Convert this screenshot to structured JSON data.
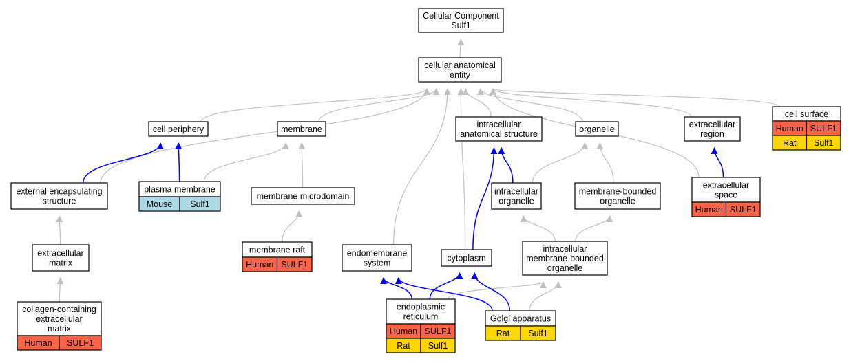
{
  "colors": {
    "gray_edge": "#c0c0c0",
    "blue_edge": "#0000ff",
    "human": "#ff6347",
    "rat": "#ffd700",
    "mouse": "#add8e6"
  },
  "nodes": {
    "root": {
      "lines": [
        "Cellular Component",
        "Sulf1"
      ]
    },
    "cae": {
      "lines": [
        "cellular anatomical",
        "entity"
      ]
    },
    "cell_periphery": {
      "lines": [
        "cell periphery"
      ]
    },
    "membrane": {
      "lines": [
        "membrane"
      ]
    },
    "ias": {
      "lines": [
        "intracellular",
        "anatomical structure"
      ]
    },
    "organelle": {
      "lines": [
        "organelle"
      ]
    },
    "ecr": {
      "lines": [
        "extracellular",
        "region"
      ]
    },
    "cell_surface": {
      "lines": [
        "cell surface"
      ],
      "cells": [
        [
          "Human",
          "SULF1"
        ],
        [
          "Rat",
          "Sulf1"
        ]
      ]
    },
    "ecs": {
      "lines": [
        "external encapsulating",
        "structure"
      ]
    },
    "plasma_membrane": {
      "lines": [
        "plasma membrane"
      ],
      "cells": [
        [
          "Mouse",
          "Sulf1"
        ]
      ]
    },
    "mem_microdomain": {
      "lines": [
        "membrane microdomain"
      ]
    },
    "ic_organelle": {
      "lines": [
        "intracellular",
        "organelle"
      ]
    },
    "mb_organelle": {
      "lines": [
        "membrane-bounded",
        "organelle"
      ]
    },
    "ec_space": {
      "lines": [
        "extracellular",
        "space"
      ],
      "cells": [
        [
          "Human",
          "SULF1"
        ]
      ]
    },
    "ec_matrix": {
      "lines": [
        "extracellular",
        "matrix"
      ]
    },
    "membrane_raft": {
      "lines": [
        "membrane raft"
      ],
      "cells": [
        [
          "Human",
          "SULF1"
        ]
      ]
    },
    "endomembrane": {
      "lines": [
        "endomembrane",
        "system"
      ]
    },
    "cytoplasm": {
      "lines": [
        "cytoplasm"
      ]
    },
    "imbo": {
      "lines": [
        "intracellular",
        "membrane-bounded",
        "organelle"
      ]
    },
    "collagen": {
      "lines": [
        "collagen-containing",
        "extracellular",
        "matrix"
      ],
      "cells": [
        [
          "Human",
          "SULF1"
        ]
      ]
    },
    "er": {
      "lines": [
        "endoplasmic",
        "reticulum"
      ],
      "cells": [
        [
          "Human",
          "SULF1"
        ],
        [
          "Rat",
          "Sulf1"
        ]
      ]
    },
    "golgi": {
      "lines": [
        "Golgi apparatus"
      ],
      "cells": [
        [
          "Rat",
          "Sulf1"
        ]
      ]
    }
  },
  "edges": [
    {
      "from": "cae",
      "to": "root",
      "color": "gray"
    },
    {
      "from": "cell_periphery",
      "to": "cae",
      "color": "gray"
    },
    {
      "from": "membrane",
      "to": "cae",
      "color": "gray"
    },
    {
      "from": "ias",
      "to": "cae",
      "color": "gray"
    },
    {
      "from": "organelle",
      "to": "cae",
      "color": "gray"
    },
    {
      "from": "ecr",
      "to": "cae",
      "color": "gray"
    },
    {
      "from": "cell_surface",
      "to": "cae",
      "color": "gray"
    },
    {
      "from": "ecs",
      "to": "cae",
      "color": "gray"
    },
    {
      "from": "endomembrane",
      "to": "cae",
      "color": "gray"
    },
    {
      "from": "cytoplasm",
      "to": "cae",
      "color": "gray"
    },
    {
      "from": "ec_space",
      "to": "cae",
      "color": "gray"
    },
    {
      "from": "ecs",
      "to": "cell_periphery",
      "color": "blue"
    },
    {
      "from": "plasma_membrane",
      "to": "cell_periphery",
      "color": "blue"
    },
    {
      "from": "plasma_membrane",
      "to": "membrane",
      "color": "gray"
    },
    {
      "from": "mem_microdomain",
      "to": "membrane",
      "color": "gray"
    },
    {
      "from": "ic_organelle",
      "to": "ias",
      "color": "blue"
    },
    {
      "from": "cytoplasm",
      "to": "ias",
      "color": "blue"
    },
    {
      "from": "ic_organelle",
      "to": "organelle",
      "color": "gray"
    },
    {
      "from": "mb_organelle",
      "to": "organelle",
      "color": "gray"
    },
    {
      "from": "ec_space",
      "to": "ecr",
      "color": "blue"
    },
    {
      "from": "ec_matrix",
      "to": "ecs",
      "color": "gray"
    },
    {
      "from": "membrane_raft",
      "to": "mem_microdomain",
      "color": "gray"
    },
    {
      "from": "imbo",
      "to": "ic_organelle",
      "color": "gray"
    },
    {
      "from": "imbo",
      "to": "mb_organelle",
      "color": "gray"
    },
    {
      "from": "collagen",
      "to": "ec_matrix",
      "color": "gray"
    },
    {
      "from": "er",
      "to": "endomembrane",
      "color": "blue"
    },
    {
      "from": "er",
      "to": "cytoplasm",
      "color": "blue"
    },
    {
      "from": "er",
      "to": "imbo",
      "color": "gray"
    },
    {
      "from": "golgi",
      "to": "endomembrane",
      "color": "blue"
    },
    {
      "from": "golgi",
      "to": "cytoplasm",
      "color": "blue"
    },
    {
      "from": "golgi",
      "to": "imbo",
      "color": "gray"
    }
  ]
}
